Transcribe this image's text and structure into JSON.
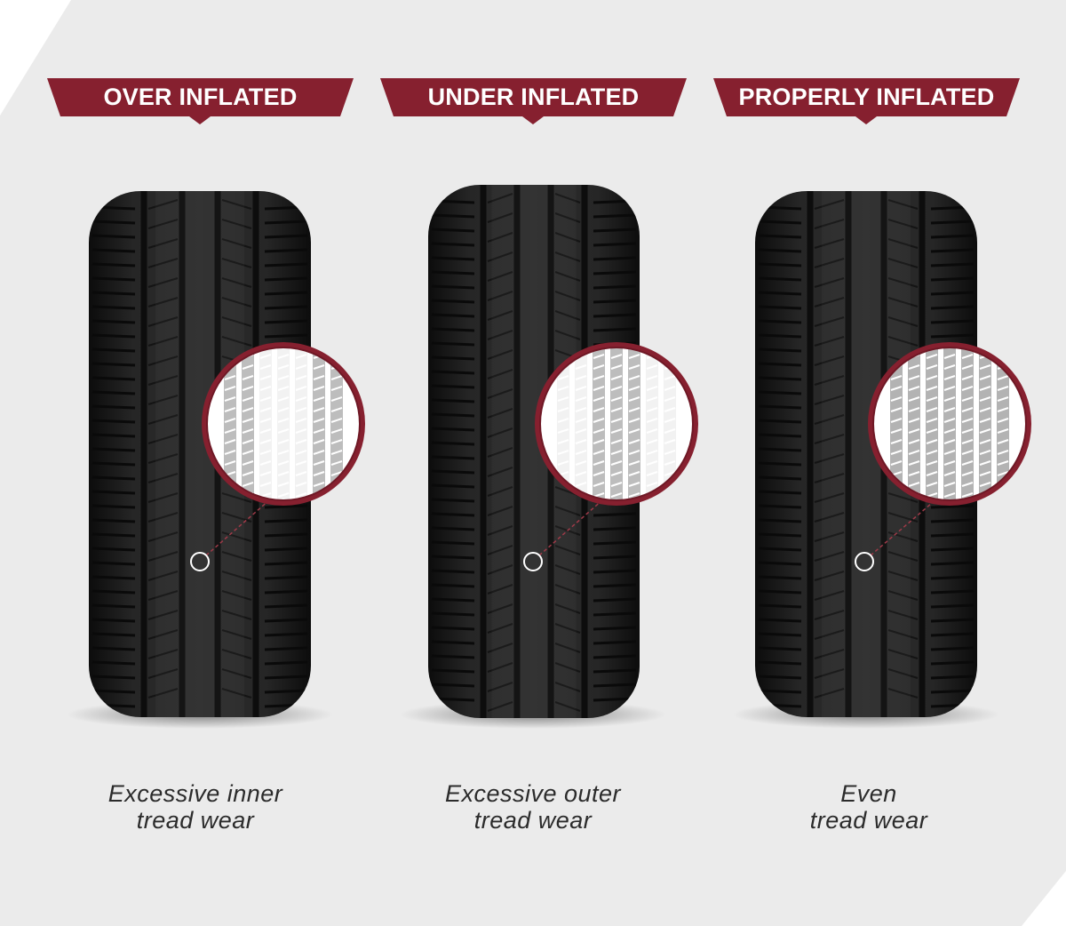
{
  "colors": {
    "background": "#ebebeb",
    "accent": "#86202f",
    "tire": "#1a1a1a",
    "caption_text": "#2b2b2b"
  },
  "panels": [
    {
      "banner": "OVER INFLATED",
      "caption_line1": "Excessive inner",
      "caption_line2": "tread wear",
      "wear_pattern": "center worn"
    },
    {
      "banner": "UNDER INFLATED",
      "caption_line1": "Excessive outer",
      "caption_line2": "tread wear",
      "wear_pattern": "edges worn"
    },
    {
      "banner": "PROPERLY INFLATED",
      "caption_line1": "Even",
      "caption_line2": "tread wear",
      "wear_pattern": "even"
    }
  ]
}
